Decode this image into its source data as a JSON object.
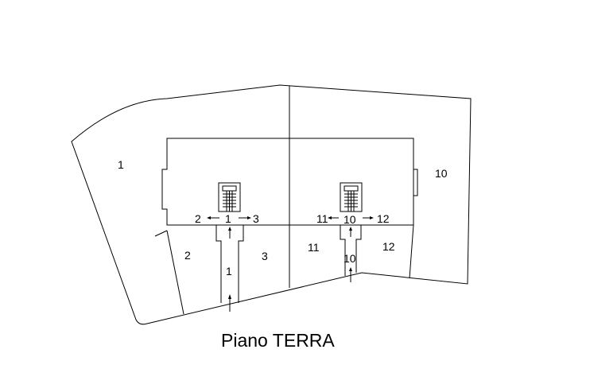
{
  "title": "Piano TERRA",
  "labels": {
    "zone_left_outer": "1",
    "zone_right_outer": "10",
    "left_core": {
      "left": "2",
      "center": "1",
      "right": "3"
    },
    "right_core": {
      "left": "11",
      "center": "10",
      "right": "12"
    },
    "lower_left": "2",
    "lower_left_corridor": "1",
    "lower_center_left": "3",
    "lower_center_right": "11",
    "lower_right_corridor": "10",
    "lower_right": "12"
  },
  "colors": {
    "line": "#000000",
    "background": "#ffffff"
  }
}
